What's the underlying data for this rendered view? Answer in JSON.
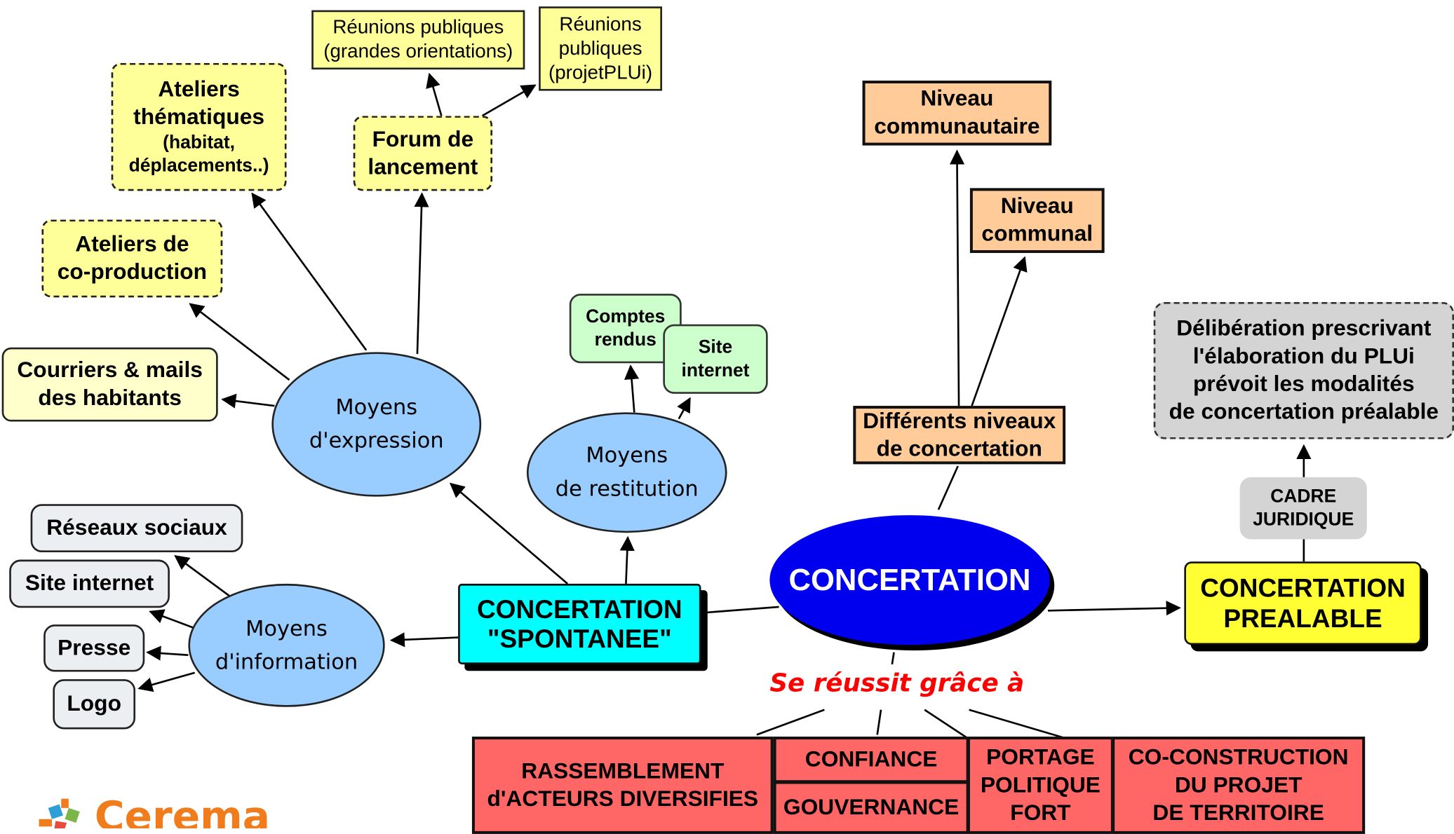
{
  "center": {
    "label": "CONCERTATION"
  },
  "link_label": "Se réussit grâce à",
  "branches": {
    "spontanee": {
      "label": "CONCERTATION\n\"SPONTANEE\""
    },
    "prealable": {
      "label": "CONCERTATION\nPREALABLE"
    }
  },
  "moyens": {
    "expression": "Moyens\nd'expression",
    "restitution": "Moyens\nde restitution",
    "information": "Moyens\nd'information"
  },
  "expression_items": {
    "ateliers_thematiques_title": "Ateliers\nthématiques",
    "ateliers_thematiques_detail": "(habitat,\ndéplacements..)",
    "forum": "Forum de\nlancement",
    "reunions_orientations": "Réunions publiques\n(grandes orientations)",
    "reunions_projet": "Réunions\npubliques\n(projetPLUi)",
    "ateliers_coproduction": "Ateliers de\nco-production",
    "courriers": "Courriers & mails\ndes habitants"
  },
  "restitution_items": {
    "comptes_rendus": "Comptes\nrendus",
    "site_internet": "Site\ninternet"
  },
  "information_items": {
    "reseaux": "Réseaux sociaux",
    "site": "Site internet",
    "presse": "Presse",
    "logo": "Logo"
  },
  "niveaux": {
    "differents": "Différents niveaux\nde concertation",
    "communautaire": "Niveau\ncommunautaire",
    "communal": "Niveau\ncommunal"
  },
  "cadre": {
    "label": "CADRE\nJURIDIQUE",
    "deliberation": "Délibération prescrivant\nl'élaboration du PLUi\nprévoit les modalités\nde concertation préalable"
  },
  "success_factors": {
    "rassemblement": "RASSEMBLEMENT\nd'ACTEURS DIVERSIFIES",
    "confiance": "CONFIANCE",
    "gouvernance": "GOUVERNANCE",
    "portage": "PORTAGE\nPOLITIQUE\nFORT",
    "coconstruction": "CO-CONSTRUCTION\nDU PROJET\nDE TERRITOIRE"
  },
  "logo": {
    "text": "Cerema"
  },
  "colors": {
    "expression_nodes": "#ffff99",
    "information_nodes": "#eceff1",
    "restitution_nodes": "#ccffcc",
    "moyens_ellipses": "#99ccff",
    "spontanee": "#00ffff",
    "center": "#0000ee",
    "prealable": "#ffff33",
    "niveaux": "#ffcc99",
    "cadre": "#d4d4d4",
    "success_factors": "#ff6666",
    "link_label": "#ff0000",
    "logo": "#f07c1c"
  }
}
